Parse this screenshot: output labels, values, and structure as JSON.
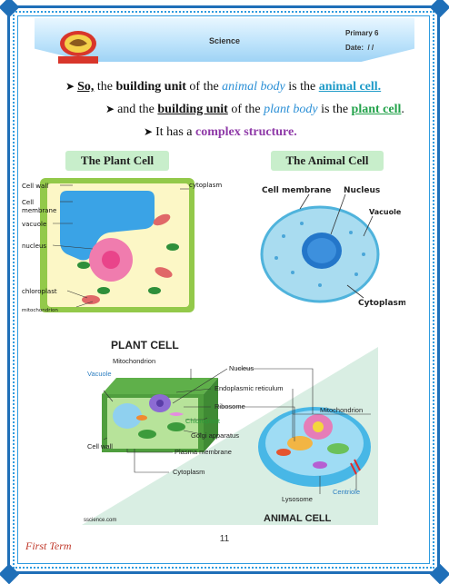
{
  "header": {
    "subject": "Science",
    "grade": "Primary 6",
    "date_label": "Date:",
    "date_value": "/   /"
  },
  "lines": {
    "l1_so": "So,",
    "l1_a": " the ",
    "l1_b": "building unit",
    "l1_c": " of the ",
    "l1_d": "animal body",
    "l1_e": " is the ",
    "l1_f": "animal cell.",
    "l2_a": "and the ",
    "l2_b": "building unit",
    "l2_c": " of the ",
    "l2_d": "plant body",
    "l2_e": " is the ",
    "l2_f": "plant cell",
    "l2_g": ".",
    "l3_a": "It has a ",
    "l3_b": "complex structure."
  },
  "labels": {
    "plant": "The Plant Cell",
    "animal": "The Animal Cell"
  },
  "plant_diagram": {
    "cell_wall": "Cell wall",
    "cell_membrane_1": "Cell",
    "cell_membrane_2": "membrane",
    "vacuole": "vacuole",
    "nucleus": "nucleus",
    "chloroplast": "chloroplast",
    "mitochondrion": "mitochondrion",
    "cytoplasm": "cytoplasm"
  },
  "animal_diagram": {
    "membrane": "Cell membrane",
    "nucleus": "Nucleus",
    "vacuole": "Vacuole",
    "cytoplasm": "Cytoplasm"
  },
  "big_diagram": {
    "plant_title": "PLANT CELL",
    "animal_title": "ANIMAL CELL",
    "mitochondrion": "Mitochondrion",
    "nucleus": "Nucleus",
    "vacuole": "Vacuole",
    "er": "Endoplasmic reticulum",
    "ribosome": "Ribosome",
    "chloroplast": "Chloroplast",
    "golgi": "Golgi apparatus",
    "cellwall": "Cell wall",
    "plasma": "Plasma membrane",
    "cytoplasm": "Cytoplasm",
    "mito2": "Mitochondrion",
    "lysosome": "Lysosome",
    "centriole": "Centriole",
    "source": "sscience.com"
  },
  "footer": {
    "page": "11",
    "term": "First Term"
  }
}
